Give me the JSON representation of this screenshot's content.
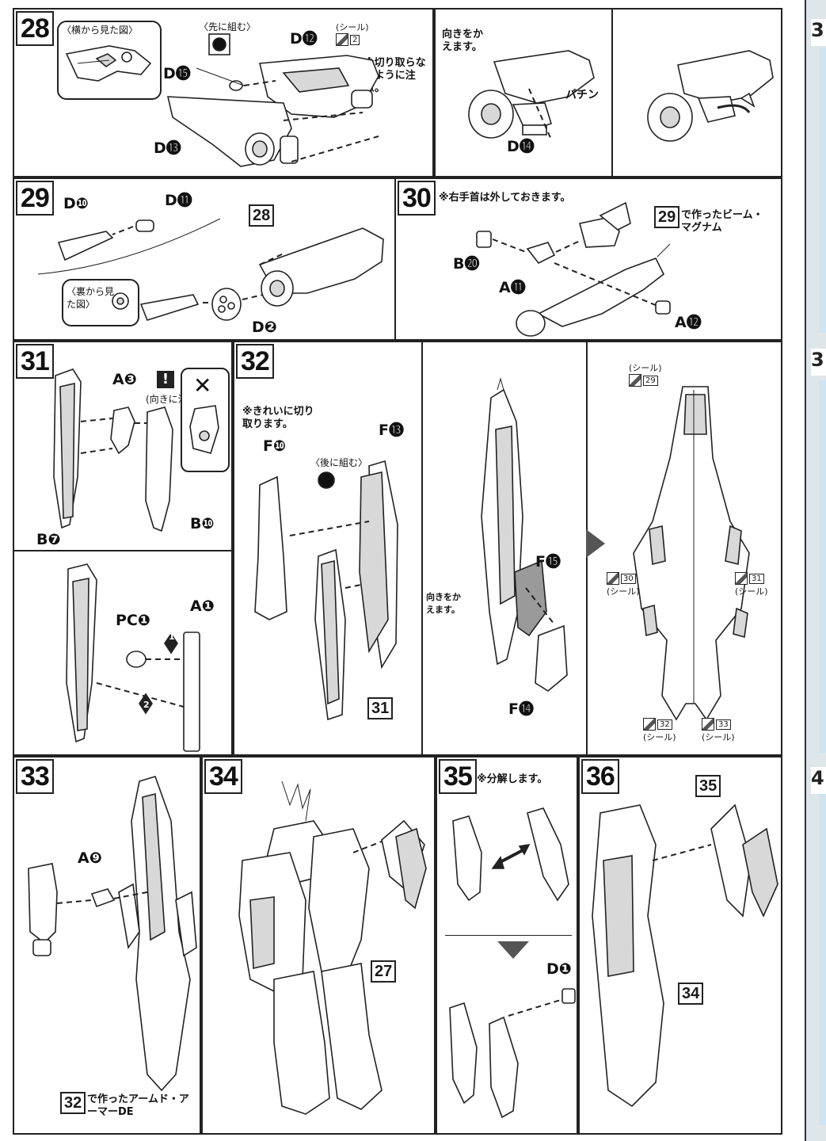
{
  "edge_numbers": [
    "3",
    "3",
    "4"
  ],
  "steps": {
    "s28": {
      "num": "28",
      "side_view": "〈横から見た図〉",
      "assemble_first": "〈先に組む〉",
      "sticker": "(シール)",
      "sticker_no": "2",
      "caution": "※切り取らないように注意。",
      "parts": [
        "D⓯",
        "D⓬",
        "D⓭"
      ]
    },
    "s28b": {
      "turn": "向きをかえます。",
      "snap": "パチン",
      "parts": [
        "D⓮"
      ]
    },
    "s29": {
      "num": "29",
      "back_view": "〈裏から見た図〉",
      "ref": "28",
      "parts": [
        "D❿",
        "D⓫",
        "D❷"
      ]
    },
    "s30": {
      "num": "30",
      "note": "※右手首は外しておきます。",
      "ref": "29",
      "ref_text": "で作ったビーム・マグナム",
      "parts": [
        "B⓴",
        "A⓫",
        "A⓬"
      ]
    },
    "s31": {
      "num": "31",
      "caution": "(向きに注意)",
      "wrong": "✕",
      "parts": [
        "A❸",
        "B❼",
        "B❿",
        "PC❶",
        "A❶"
      ],
      "order": [
        "1",
        "2"
      ]
    },
    "s32": {
      "num": "32",
      "note": "※きれいに切り取ります。",
      "assemble_later": "〈後に組む〉",
      "turn": "向きをかえます。",
      "ref": "31",
      "parts": [
        "F❿",
        "F⓭",
        "F⓯",
        "F⓮"
      ],
      "stickers": [
        {
          "label": "(シール)",
          "no": "29"
        },
        {
          "label": "(シール)",
          "no": "30"
        },
        {
          "label": "(シール)",
          "no": "31"
        },
        {
          "label": "(シール)",
          "no": "32"
        },
        {
          "label": "(シール)",
          "no": "33"
        }
      ]
    },
    "s33": {
      "num": "33",
      "ref": "32",
      "ref_text": "で作ったアームド・アーマーDE",
      "parts": [
        "A❾"
      ]
    },
    "s34": {
      "num": "34",
      "ref": "27"
    },
    "s35": {
      "num": "35",
      "note": "※分解します。",
      "parts": [
        "D❶"
      ]
    },
    "s36": {
      "num": "36",
      "ref_a": "35",
      "ref_b": "34"
    }
  }
}
